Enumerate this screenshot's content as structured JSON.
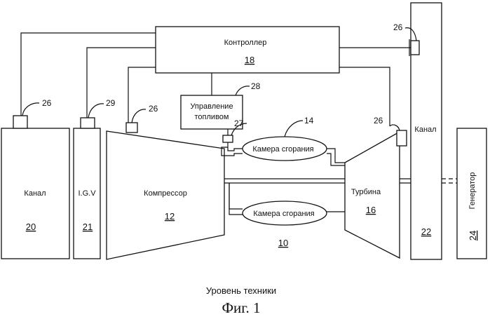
{
  "controller": {
    "label": "Контроллер",
    "num": "18"
  },
  "fuel_control": {
    "line1": "Управление",
    "line2": "топливом",
    "ref": "28"
  },
  "channel_left": {
    "label": "Канал",
    "num": "20"
  },
  "igv": {
    "label": "I.G.V",
    "num": "21"
  },
  "compressor": {
    "label": "Компрессор",
    "num": "12"
  },
  "combustor_top": {
    "label": "Камера сгорания",
    "ref": "14"
  },
  "combustor_bottom": {
    "label": "Камера сгорания"
  },
  "combustion_system_ref": "10",
  "turbine": {
    "label": "Турбина",
    "num": "16"
  },
  "channel_right": {
    "label": "Канал",
    "num": "22"
  },
  "generator": {
    "label": "Генератор",
    "num": "24"
  },
  "sensor_refs": {
    "left": "26",
    "igv": "29",
    "compressor": "26",
    "turbine": "26",
    "duct": "26",
    "fuel_valve": "27"
  },
  "caption": "Уровень техники",
  "figure_title": "Фиг. 1"
}
